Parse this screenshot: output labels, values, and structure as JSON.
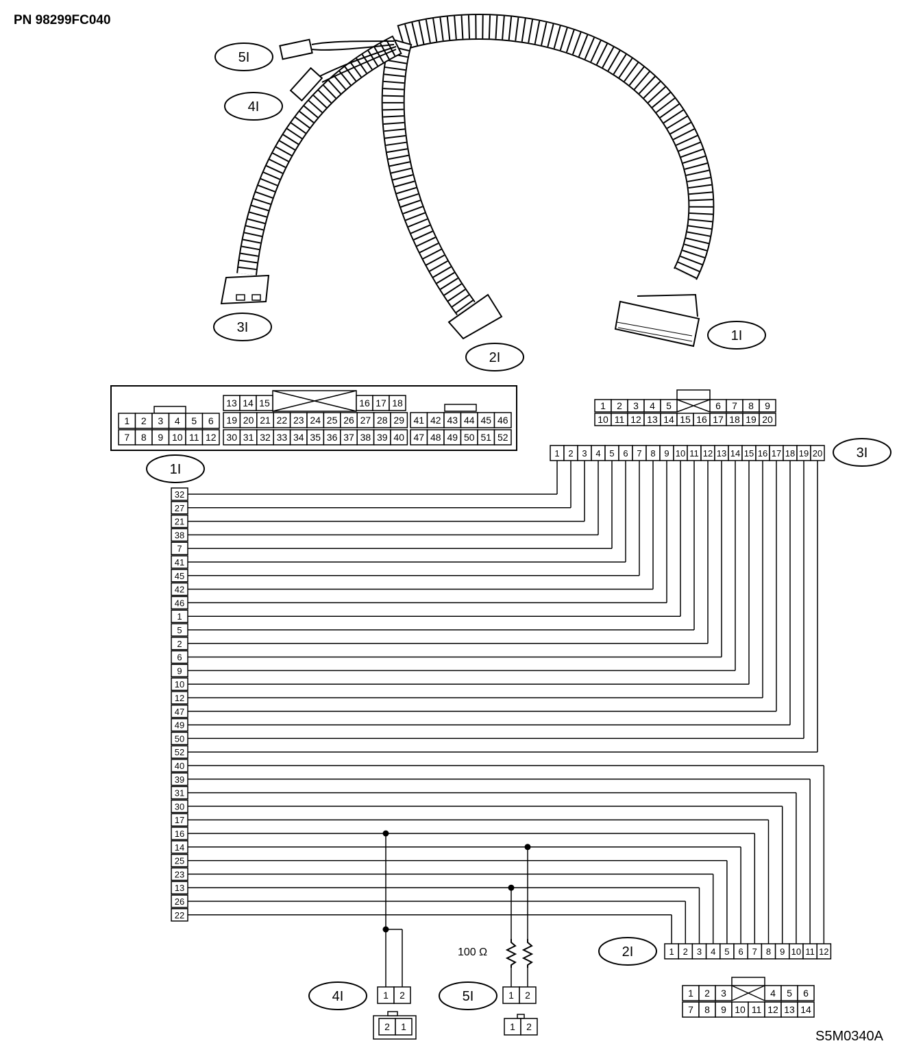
{
  "part_number": "PN 98299FC040",
  "drawing_code": "S5M0340A",
  "resistor_label": "100 Ω",
  "callouts": {
    "c1": "1I",
    "c2": "2I",
    "c3": "3I",
    "c4": "4I",
    "c5": "5I"
  },
  "connector_1I": {
    "label": "1I",
    "pins_left_top": [
      "1",
      "2",
      "3",
      "4",
      "5",
      "6"
    ],
    "pins_left_bottom": [
      "7",
      "8",
      "9",
      "10",
      "11",
      "12"
    ],
    "pins_mid_top": [
      "13",
      "14",
      "15",
      "16",
      "17",
      "18"
    ],
    "pins_mid_row2": [
      "19",
      "20",
      "21",
      "22",
      "23",
      "24",
      "25",
      "26",
      "27",
      "28",
      "29"
    ],
    "pins_mid_row3": [
      "30",
      "31",
      "32",
      "33",
      "34",
      "35",
      "36",
      "37",
      "38",
      "39",
      "40"
    ],
    "pins_right_top": [
      "41",
      "42",
      "43",
      "44",
      "45",
      "46"
    ],
    "pins_right_bottom": [
      "47",
      "48",
      "49",
      "50",
      "51",
      "52"
    ]
  },
  "connector_3I_face": {
    "top": [
      "1",
      "2",
      "3",
      "4",
      "5",
      "6",
      "7",
      "8",
      "9"
    ],
    "bottom": [
      "10",
      "11",
      "12",
      "13",
      "14",
      "15",
      "16",
      "17",
      "18",
      "19",
      "20"
    ]
  },
  "connector_3I_row": [
    "1",
    "2",
    "3",
    "4",
    "5",
    "6",
    "7",
    "8",
    "9",
    "10",
    "11",
    "12",
    "13",
    "14",
    "15",
    "16",
    "17",
    "18",
    "19",
    "20"
  ],
  "harness_1I_pins": [
    "32",
    "27",
    "21",
    "38",
    "7",
    "41",
    "45",
    "42",
    "46",
    "1",
    "5",
    "2",
    "6",
    "9",
    "10",
    "12",
    "47",
    "49",
    "50",
    "52",
    "40",
    "39",
    "31",
    "30",
    "17",
    "16",
    "14",
    "25",
    "23",
    "13",
    "26",
    "22"
  ],
  "connector_2I_row": [
    "1",
    "2",
    "3",
    "4",
    "5",
    "6",
    "7",
    "8",
    "9",
    "10",
    "11",
    "12"
  ],
  "connector_2I_face": {
    "top": [
      "1",
      "2",
      "3",
      "4",
      "5",
      "6"
    ],
    "bottom": [
      "7",
      "8",
      "9",
      "10",
      "11",
      "12",
      "13",
      "14"
    ]
  },
  "connector_4I_pins": [
    "1",
    "2"
  ],
  "connector_4I_face": [
    "2",
    "1"
  ],
  "connector_5I_pins": [
    "1",
    "2"
  ],
  "connector_5I_face": [
    "1",
    "2"
  ]
}
